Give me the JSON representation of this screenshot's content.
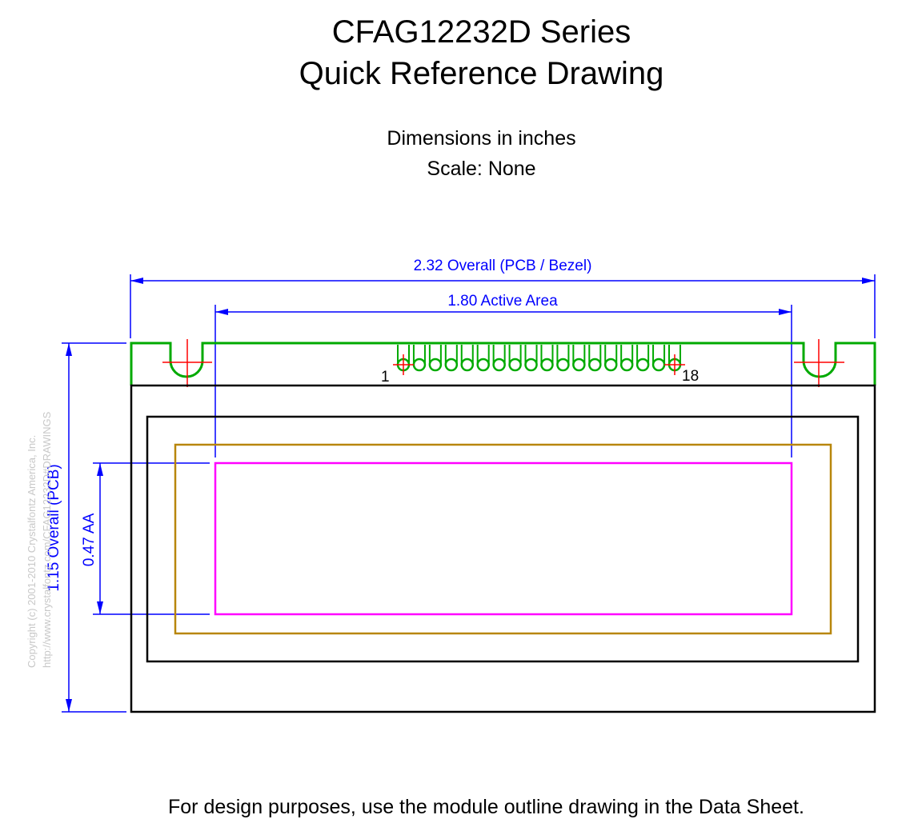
{
  "header": {
    "title_line1": "CFAG12232D Series",
    "title_line2": "Quick Reference Drawing",
    "units": "Dimensions in inches",
    "scale": "Scale: None"
  },
  "dimensions": {
    "overall_width": "2.32 Overall (PCB / Bezel)",
    "active_area_width": "1.80 Active Area",
    "overall_height": "1.15 Overall (PCB)",
    "active_area_height": "0.47 AA"
  },
  "pins": {
    "first_label": "1",
    "last_label": "18",
    "count": 18
  },
  "copyright": {
    "line1": "Copyright (c) 2001-2010 Crystalfontz America, Inc.",
    "line2": "http://www.crystalfontz.com/CFAG12232D#DRAWINGS"
  },
  "footnote": "For design purposes, use the module outline drawing in the Data Sheet.",
  "colors": {
    "dimension": "#0000ff",
    "pcb_outline": "#00aa00",
    "crosshair": "#ff0000",
    "bezel": "#000000",
    "viewing_area": "#b8860b",
    "active_area": "#ff00ff",
    "copyright": "#c8c8c8"
  }
}
